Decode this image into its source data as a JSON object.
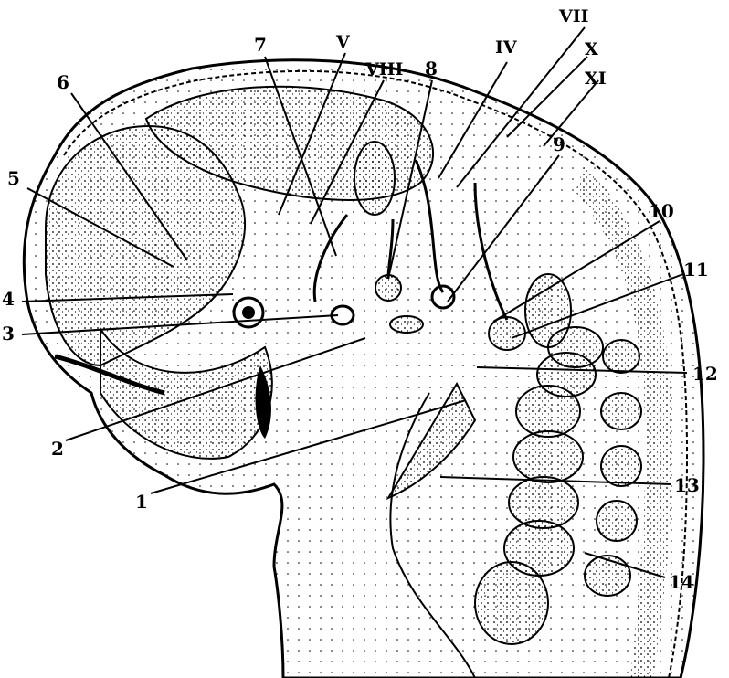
{
  "figure": {
    "labels": {
      "n1": "1",
      "n2": "2",
      "n3": "3",
      "n4": "4",
      "n5": "5",
      "n6": "6",
      "n7": "7",
      "n8": "8",
      "n9": "9",
      "n10": "10",
      "n11": "11",
      "n12": "12",
      "n13": "13",
      "n14": "14",
      "rIV": "IV",
      "rV": "V",
      "rVII": "VII",
      "rVIII": "VIII",
      "rX": "X",
      "rXI": "XI"
    }
  }
}
